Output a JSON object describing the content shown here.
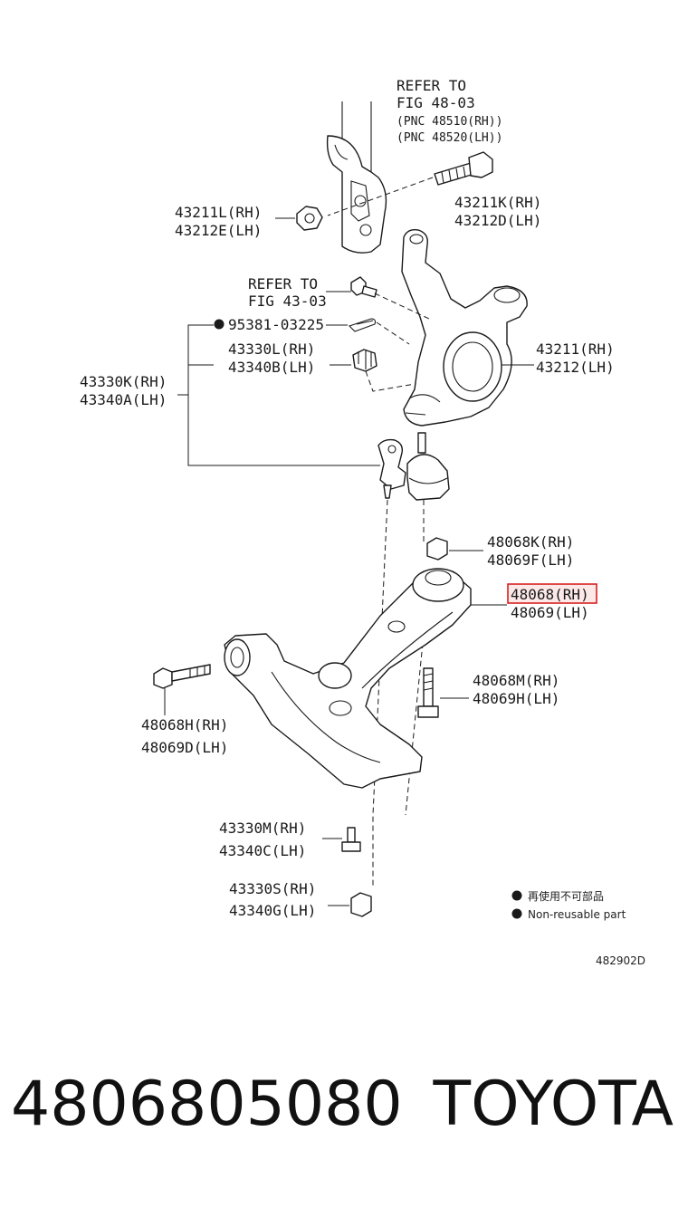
{
  "callouts": {
    "refer_fig_48": {
      "line1": "REFER TO",
      "line2": "FIG 48-03",
      "line3": "(PNC 48510(RH))",
      "line4": "(PNC 48520(LH))"
    },
    "nut_upper": {
      "rh": "43211L(RH)",
      "lh": "43212E(LH)"
    },
    "bolt_upper": {
      "rh": "43211K(RH)",
      "lh": "43212D(LH)"
    },
    "refer_fig_43": {
      "line1": "REFER TO",
      "line2": "FIG 43-03"
    },
    "cotter_pin": {
      "code": "95381-03225"
    },
    "castle_nut": {
      "rh": "43330L(RH)",
      "lh": "43340B(LH)"
    },
    "ball_joint_assy": {
      "rh": "43330K(RH)",
      "lh": "43340A(LH)"
    },
    "knuckle": {
      "rh": "43211(RH)",
      "lh": "43212(LH)"
    },
    "nut_arm": {
      "rh": "48068K(RH)",
      "lh": "48069F(LH)"
    },
    "lower_arm": {
      "rh": "48068(RH)",
      "lh": "48069(LH)"
    },
    "rear_bolt": {
      "rh": "48068M(RH)",
      "lh": "48069H(LH)"
    },
    "front_bolt": {
      "rh": "48068H(RH)",
      "lh": "48069D(LH)"
    },
    "bolt_lower": {
      "rh": "43330M(RH)",
      "lh": "43340C(LH)"
    },
    "nut_lower": {
      "rh": "43330S(RH)",
      "lh": "43340G(LH)"
    }
  },
  "legend": {
    "non_reusable_jp": "再使用不可部品",
    "non_reusable_en": "Non-reusable part"
  },
  "figure_code": "482902D",
  "footer": {
    "part_number": "4806805080",
    "brand": "TOYOTA"
  },
  "colors": {
    "highlight": "#d62020",
    "ink": "#1a1a1a"
  }
}
